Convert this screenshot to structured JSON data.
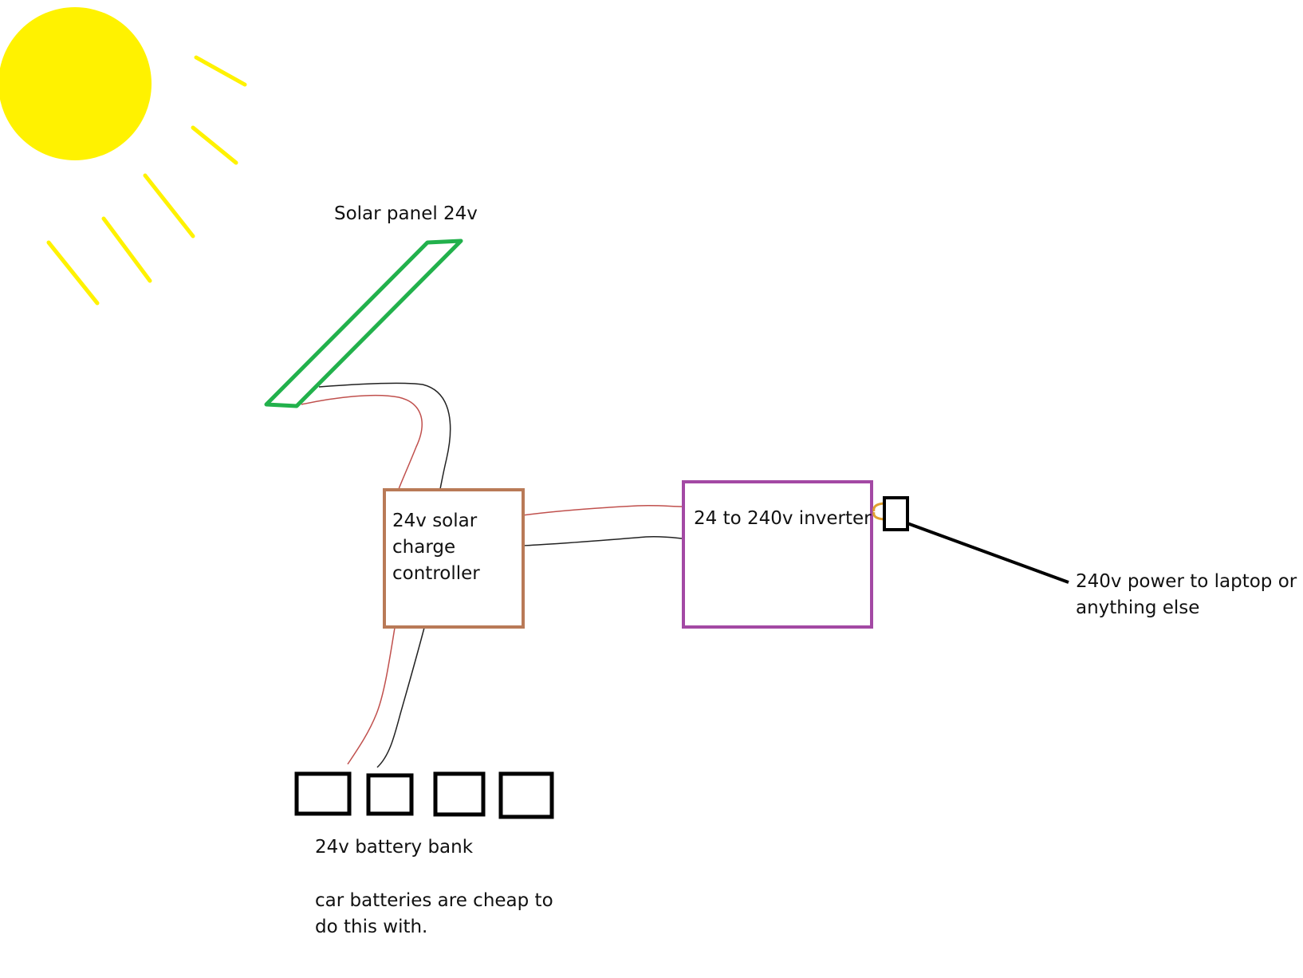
{
  "labels": {
    "solar_panel": "Solar panel 24v",
    "controller_line1": "24v solar",
    "controller_line2": "charge",
    "controller_line3": "controller",
    "inverter": "24 to 240v inverter",
    "output_line1": "240v power to laptop or",
    "output_line2": "anything else",
    "battery_bank": "24v battery bank",
    "note_line1": "car batteries are cheap to",
    "note_line2": "do this with."
  },
  "colors": {
    "sun": "#fff200",
    "solar_panel": "#22b14c",
    "controller": "#b97a57",
    "inverter": "#a349a4",
    "wire_positive": "#c0504d",
    "wire_negative": "#222222",
    "plug_prongs": "#e0a030",
    "outline": "#000000"
  }
}
